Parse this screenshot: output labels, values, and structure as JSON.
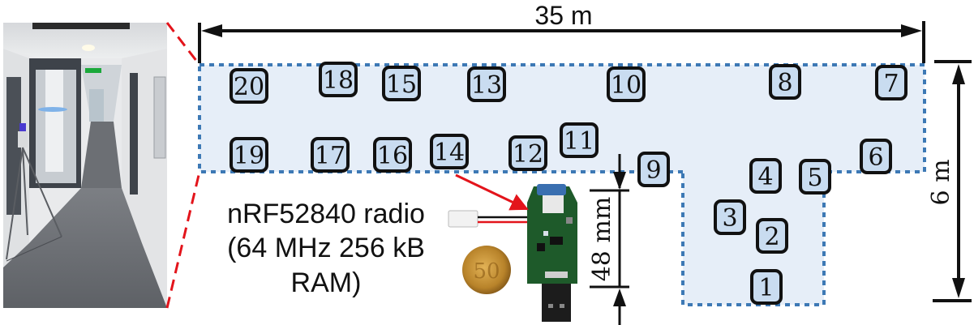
{
  "figure": {
    "width_label": "35 m",
    "height_label": "6 m",
    "board_length_label": "48 mm",
    "radio_caption": {
      "line1": "nRF52840 radio",
      "line2": "(64 MHz 256 kB",
      "line3": "RAM)"
    },
    "nodes": [
      "1",
      "2",
      "3",
      "4",
      "5",
      "6",
      "7",
      "8",
      "9",
      "10",
      "11",
      "12",
      "13",
      "14",
      "15",
      "16",
      "17",
      "18",
      "19",
      "20"
    ],
    "highlighted_node": "14",
    "colors": {
      "area_fill": "#e6eef8",
      "area_border": "#3d79b5",
      "node_fill": "#c9dcf0",
      "node_border": "#111111",
      "callout": "#e3141b",
      "pcb_green": "#1e5a2a"
    },
    "photo": {
      "description_icon": "corridor-photo"
    }
  }
}
